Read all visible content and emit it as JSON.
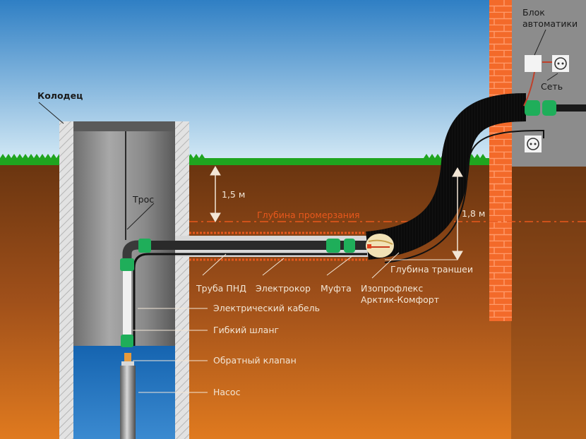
{
  "labels": {
    "well": "Колодец",
    "rope": "Трос",
    "automation_block_line1": "Блок",
    "automation_block_line2": "автоматики",
    "network": "Сеть",
    "depth_15": "1,5 м",
    "depth_18": "1,8 м",
    "freeze_depth": "Глубина промерзания",
    "trench_depth": "Глубина траншеи",
    "pnd_pipe": "Труба ПНД",
    "electrocor": "Электрокор",
    "coupling": "Муфта",
    "isoproflex_line1": "Изопрофлекс",
    "isoproflex_line2": "Арктик-Комфорт",
    "electric_cable": "Электрический кабель",
    "flexible_hose": "Гибкий шланг",
    "check_valve": "Обратный клапан",
    "pump": "Насос"
  },
  "colors": {
    "sky_top": "#2f7fc4",
    "sky_bottom": "#cfe6f4",
    "grass": "#1fa51f",
    "soil_top": "#6b3610",
    "soil_bottom": "#d9761e",
    "water": "#1566b3",
    "brick": "#f05a22",
    "house_wall": "#8a8a8a",
    "fitting_green": "#1fae5a",
    "freeze_line": "#e8581c",
    "label_light": "#f5e6d2",
    "label_dark": "#1a1a1a"
  }
}
